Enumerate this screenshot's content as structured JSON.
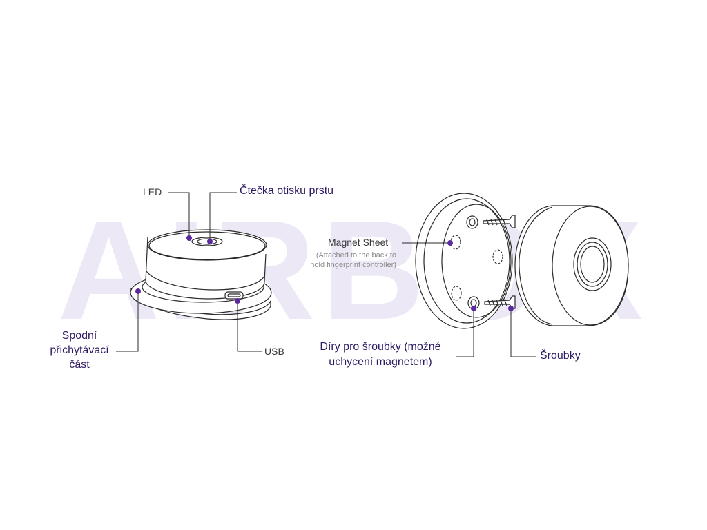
{
  "watermark": "AIRBOX",
  "colors": {
    "accent": "#5b2a9c",
    "line": "#2a2a2a",
    "watermark": "#e9e5f4"
  },
  "labels": {
    "led": "LED",
    "fingerprint_reader": "Čtečka otisku prstu",
    "magnet_sheet": "Magnet Sheet",
    "magnet_note_1": "(Attached to the back to",
    "magnet_note_2": "hold fingerprint controller)",
    "base_1": "Spodní",
    "base_2": "přichytávací",
    "base_3": "část",
    "usb": "USB",
    "screw_holes_1": "Díry pro šroubky (možné",
    "screw_holes_2": "uchycení magnetem)",
    "screws": "Šroubky"
  }
}
